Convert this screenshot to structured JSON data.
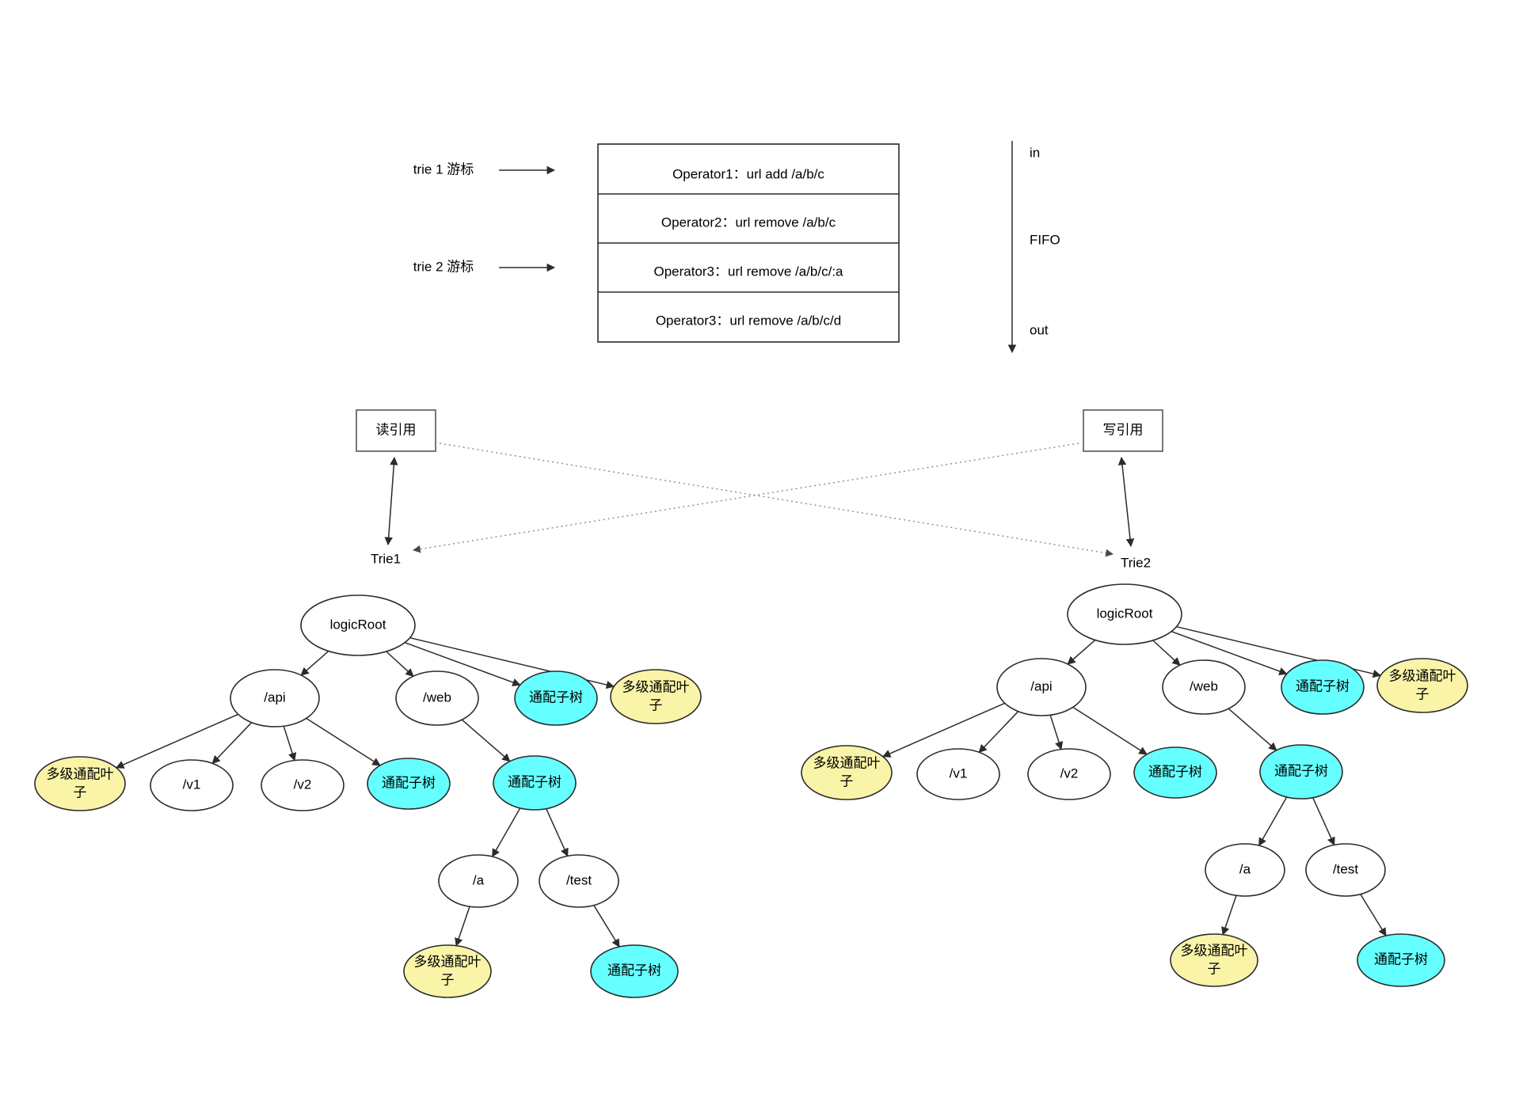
{
  "queue": {
    "cursor_labels": [
      {
        "text": "trie 1 游标"
      },
      {
        "text": "trie 2 游标"
      }
    ],
    "rows": [
      {
        "text": "Operator1：url add /a/b/c"
      },
      {
        "text": "Operator2：url remove /a/b/c"
      },
      {
        "text": "Operator3：url remove /a/b/c/:a"
      },
      {
        "text": "Operator3：url remove /a/b/c/d"
      }
    ],
    "fifo": {
      "in_label": "in",
      "mid_label": "FIFO",
      "out_label": "out"
    }
  },
  "refs": {
    "read_box": "读引用",
    "write_box": "写引用",
    "trie1_label": "Trie1",
    "trie2_label": "Trie2"
  },
  "colors": {
    "wildcard_subtree": "#66ffff",
    "multilevel_wildcard_leaf": "#faf4a8",
    "plain_node": "#ffffff",
    "stroke": "#2b2b2b",
    "dotted_edge": "#8a8a8a"
  },
  "labels": {
    "logic_root": "logicRoot",
    "api": "/api",
    "web": "/web",
    "v1": "/v1",
    "v2": "/v2",
    "a": "/a",
    "test": "/test",
    "wildcard_subtree": "通配子树",
    "multi_wildcard_leaf_line1": "多级通配叶",
    "multi_wildcard_leaf_line2": "子"
  },
  "tries": [
    {
      "name": "Trie1",
      "nodes": [
        {
          "id": "root",
          "label_key": "logic_root",
          "type": "plain"
        },
        {
          "id": "api",
          "label_key": "api",
          "type": "plain"
        },
        {
          "id": "web",
          "label_key": "web",
          "type": "plain"
        },
        {
          "id": "wc_root",
          "label_key": "wildcard_subtree",
          "type": "cyan"
        },
        {
          "id": "mw_root",
          "label_key": "multi_wildcard_leaf",
          "type": "yellow"
        },
        {
          "id": "mw_api",
          "label_key": "multi_wildcard_leaf",
          "type": "yellow"
        },
        {
          "id": "v1",
          "label_key": "v1",
          "type": "plain"
        },
        {
          "id": "v2",
          "label_key": "v2",
          "type": "plain"
        },
        {
          "id": "wc_api",
          "label_key": "wildcard_subtree",
          "type": "cyan"
        },
        {
          "id": "wc_web",
          "label_key": "wildcard_subtree",
          "type": "cyan"
        },
        {
          "id": "a",
          "label_key": "a",
          "type": "plain"
        },
        {
          "id": "test",
          "label_key": "test",
          "type": "plain"
        },
        {
          "id": "mw_a",
          "label_key": "multi_wildcard_leaf",
          "type": "yellow"
        },
        {
          "id": "wc_test",
          "label_key": "wildcard_subtree",
          "type": "cyan"
        }
      ],
      "edges": [
        {
          "from": "root",
          "to": "api"
        },
        {
          "from": "root",
          "to": "web"
        },
        {
          "from": "root",
          "to": "wc_root"
        },
        {
          "from": "root",
          "to": "mw_root"
        },
        {
          "from": "api",
          "to": "mw_api"
        },
        {
          "from": "api",
          "to": "v1"
        },
        {
          "from": "api",
          "to": "v2"
        },
        {
          "from": "api",
          "to": "wc_api"
        },
        {
          "from": "web",
          "to": "wc_web"
        },
        {
          "from": "wc_web",
          "to": "a"
        },
        {
          "from": "wc_web",
          "to": "test"
        },
        {
          "from": "a",
          "to": "mw_a"
        },
        {
          "from": "test",
          "to": "wc_test"
        }
      ]
    },
    {
      "name": "Trie2",
      "nodes": [
        {
          "id": "root",
          "label_key": "logic_root",
          "type": "plain"
        },
        {
          "id": "api",
          "label_key": "api",
          "type": "plain"
        },
        {
          "id": "web",
          "label_key": "web",
          "type": "plain"
        },
        {
          "id": "wc_root",
          "label_key": "wildcard_subtree",
          "type": "cyan"
        },
        {
          "id": "mw_root",
          "label_key": "multi_wildcard_leaf",
          "type": "yellow"
        },
        {
          "id": "mw_api",
          "label_key": "multi_wildcard_leaf",
          "type": "yellow"
        },
        {
          "id": "v1",
          "label_key": "v1",
          "type": "plain"
        },
        {
          "id": "v2",
          "label_key": "v2",
          "type": "plain"
        },
        {
          "id": "wc_api",
          "label_key": "wildcard_subtree",
          "type": "cyan"
        },
        {
          "id": "wc_web",
          "label_key": "wildcard_subtree",
          "type": "cyan"
        },
        {
          "id": "a",
          "label_key": "a",
          "type": "plain"
        },
        {
          "id": "test",
          "label_key": "test",
          "type": "plain"
        },
        {
          "id": "mw_a",
          "label_key": "multi_wildcard_leaf",
          "type": "yellow"
        },
        {
          "id": "wc_test",
          "label_key": "wildcard_subtree",
          "type": "cyan"
        }
      ],
      "edges": [
        {
          "from": "root",
          "to": "api"
        },
        {
          "from": "root",
          "to": "web"
        },
        {
          "from": "root",
          "to": "wc_root"
        },
        {
          "from": "root",
          "to": "mw_root"
        },
        {
          "from": "api",
          "to": "mw_api"
        },
        {
          "from": "api",
          "to": "v1"
        },
        {
          "from": "api",
          "to": "v2"
        },
        {
          "from": "api",
          "to": "wc_api"
        },
        {
          "from": "web",
          "to": "wc_web"
        },
        {
          "from": "wc_web",
          "to": "a"
        },
        {
          "from": "wc_web",
          "to": "test"
        },
        {
          "from": "a",
          "to": "mw_a"
        },
        {
          "from": "test",
          "to": "wc_test"
        }
      ]
    }
  ]
}
